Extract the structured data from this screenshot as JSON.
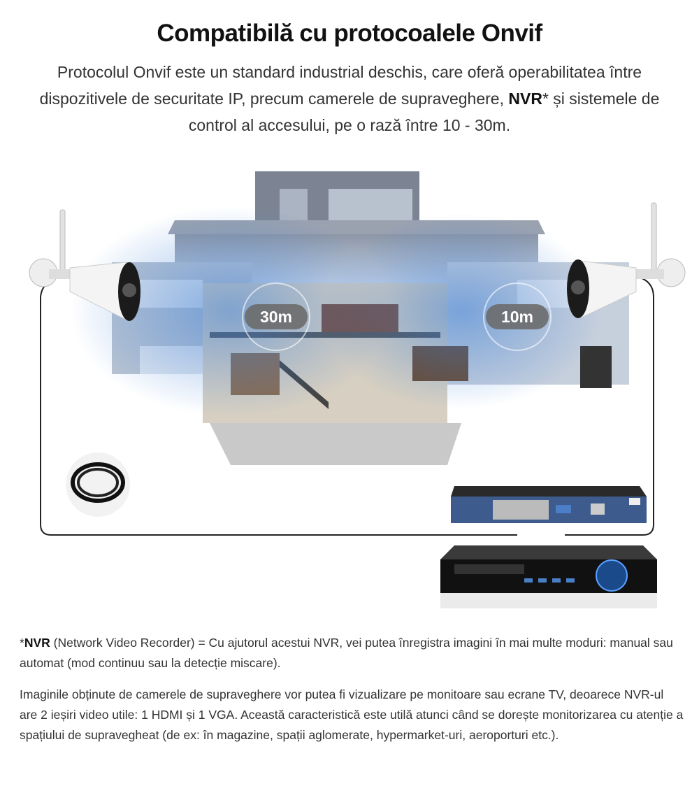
{
  "header": {
    "title": "Compatibilă cu protocoalele Onvif",
    "subtitle_part1": "Protocolul Onvif este un standard industrial deschis, care oferă operabilitatea între dispozitivele de securitate IP, precum camerele de supraveghere, ",
    "subtitle_bold": "NVR",
    "subtitle_part2": "* și sistemele de control al accesului, pe o rază între 10 - 30m."
  },
  "illustration": {
    "range_left": "30m",
    "range_right": "10m",
    "colors": {
      "line": "#222222",
      "haze": "#3a7fd8",
      "badge": "#6b6b6b"
    }
  },
  "notes": {
    "p1_prefix": "*",
    "p1_bold": "NVR",
    "p1_text": " (Network Video Recorder) =  Cu ajutorul acestui NVR, vei putea înregistra  imagini în mai multe moduri: manual sau automat (mod continuu sau la detecție miscare).",
    "p2": "Imaginile obținute de camerele de supraveghere vor putea fi vizualizare pe monitoare sau ecrane TV, deoarece NVR-ul are 2 ieșiri video utile: 1 HDMI și 1 VGA. Această caracteristică este utilă atunci când se dorește monitorizarea cu atenție a spațiului de supravegheat (de ex: în magazine, spații aglomerate, hypermarket-uri, aeroporturi etc.)."
  }
}
